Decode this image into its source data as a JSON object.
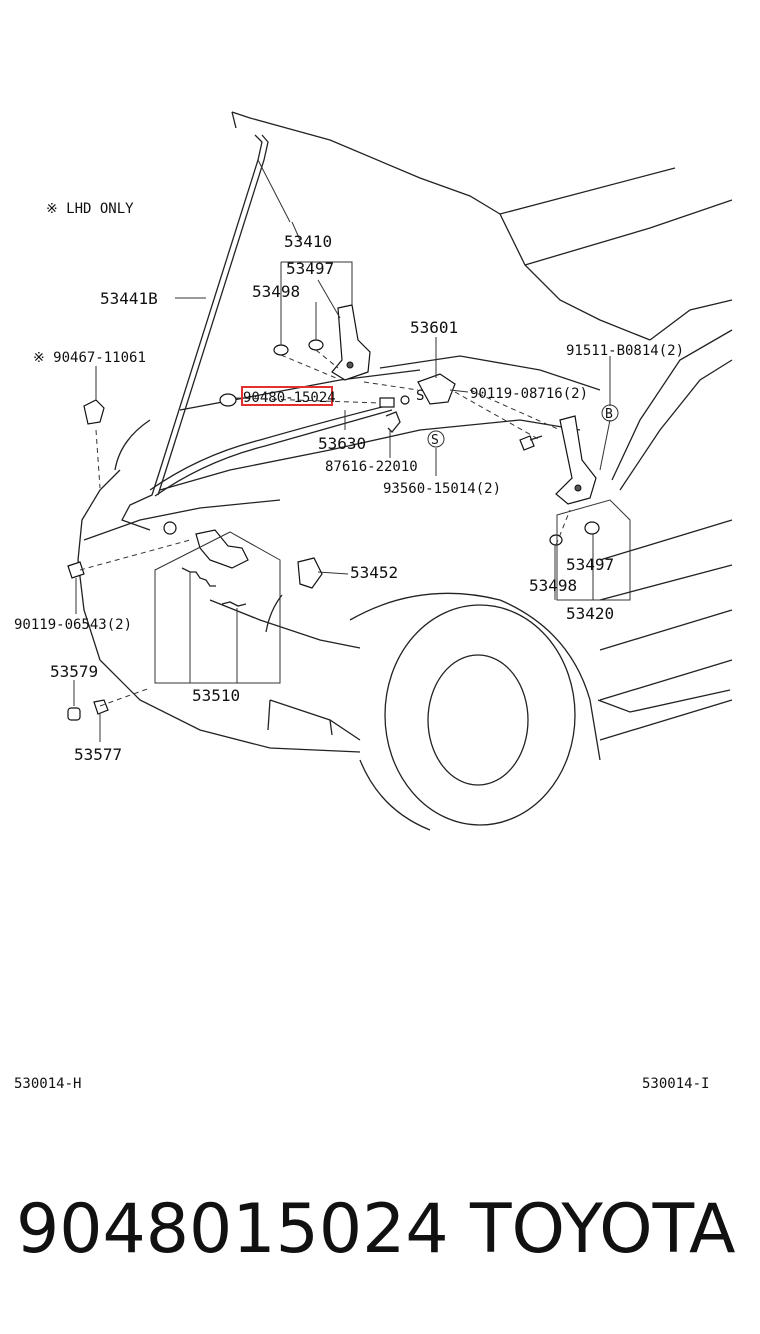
{
  "note": "※ LHD ONLY",
  "labels": {
    "p53410": "53410",
    "p53497_top": "53497",
    "p53498_top": "53498",
    "p53441b": "53441B",
    "p90467": "※ 90467-11061",
    "p90480": "90480-15024",
    "p53601": "53601",
    "p91511": "91511-B0814(2)",
    "p90119_08716": "90119-08716(2)",
    "p53630": "53630",
    "p87616": "87616-22010",
    "p93560": "93560-15014(2)",
    "p53452": "53452",
    "p53497_bot": "53497",
    "p53498_bot": "53498",
    "p53420": "53420",
    "p90119_06543": "90119-06543(2)",
    "p53579": "53579",
    "p53510": "53510",
    "p53577": "53577",
    "mark_s1": "S",
    "mark_s2": "S",
    "mark_b": "B"
  },
  "page_refs": {
    "left": "530014-H",
    "right": "530014-I"
  },
  "highlight": {
    "part": "90480-15024",
    "color": "#e03030"
  },
  "footer": {
    "part_number": "9048015024",
    "brand": "TOYOTA"
  }
}
